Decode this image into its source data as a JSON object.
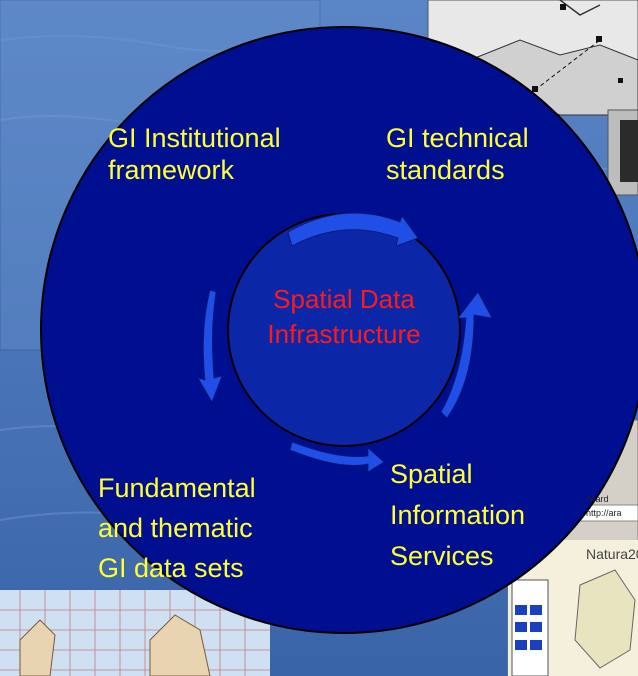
{
  "colors": {
    "background": "#4a73b8",
    "circle_fill": "#000f8f",
    "inner_circle_fill": "#0b27a8",
    "arrow_fill": "#1f4fe6",
    "label_color": "#ffff33",
    "center_color": "#ff1a1a"
  },
  "diagram": {
    "center": {
      "line1": "Spatial Data",
      "line2": "Infrastructure"
    },
    "top_left": {
      "line1": "GI Institutional",
      "line2": "framework"
    },
    "top_right": {
      "line1": "GI technical",
      "line2": "standards"
    },
    "bottom_left": {
      "line1": "Fundamental",
      "line2": "and thematic",
      "line3": "GI data sets"
    },
    "bottom_right": {
      "line1": "Spatial",
      "line2": "Information",
      "line3": "Services"
    }
  },
  "background_fragments": {
    "browser_address": "http://ara",
    "browser_nav": "rward",
    "natura": "Natura20"
  }
}
